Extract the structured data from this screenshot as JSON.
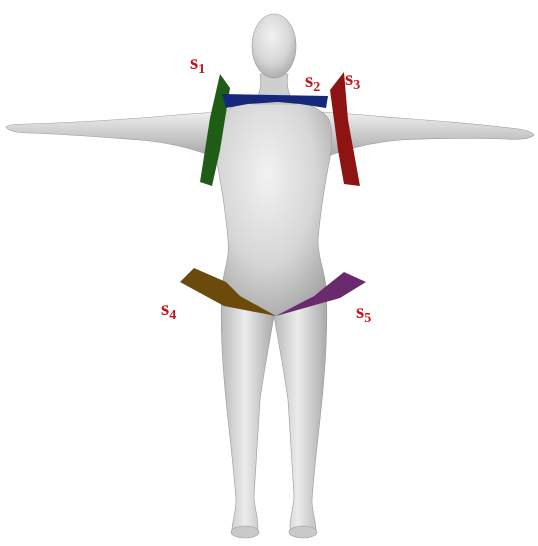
{
  "figure": {
    "background": "#ffffff",
    "body_color": "#d3d3d3",
    "label_color": "#c0161d"
  },
  "cut_planes": [
    {
      "id": "s1",
      "letter": "s",
      "index": "1",
      "color": "#1f5d17"
    },
    {
      "id": "s2",
      "letter": "s",
      "index": "2",
      "color": "#16287c"
    },
    {
      "id": "s3",
      "letter": "s",
      "index": "3",
      "color": "#8e1414"
    },
    {
      "id": "s4",
      "letter": "s",
      "index": "4",
      "color": "#6b4a0c"
    },
    {
      "id": "s5",
      "letter": "s",
      "index": "5",
      "color": "#6a2a6e"
    }
  ]
}
